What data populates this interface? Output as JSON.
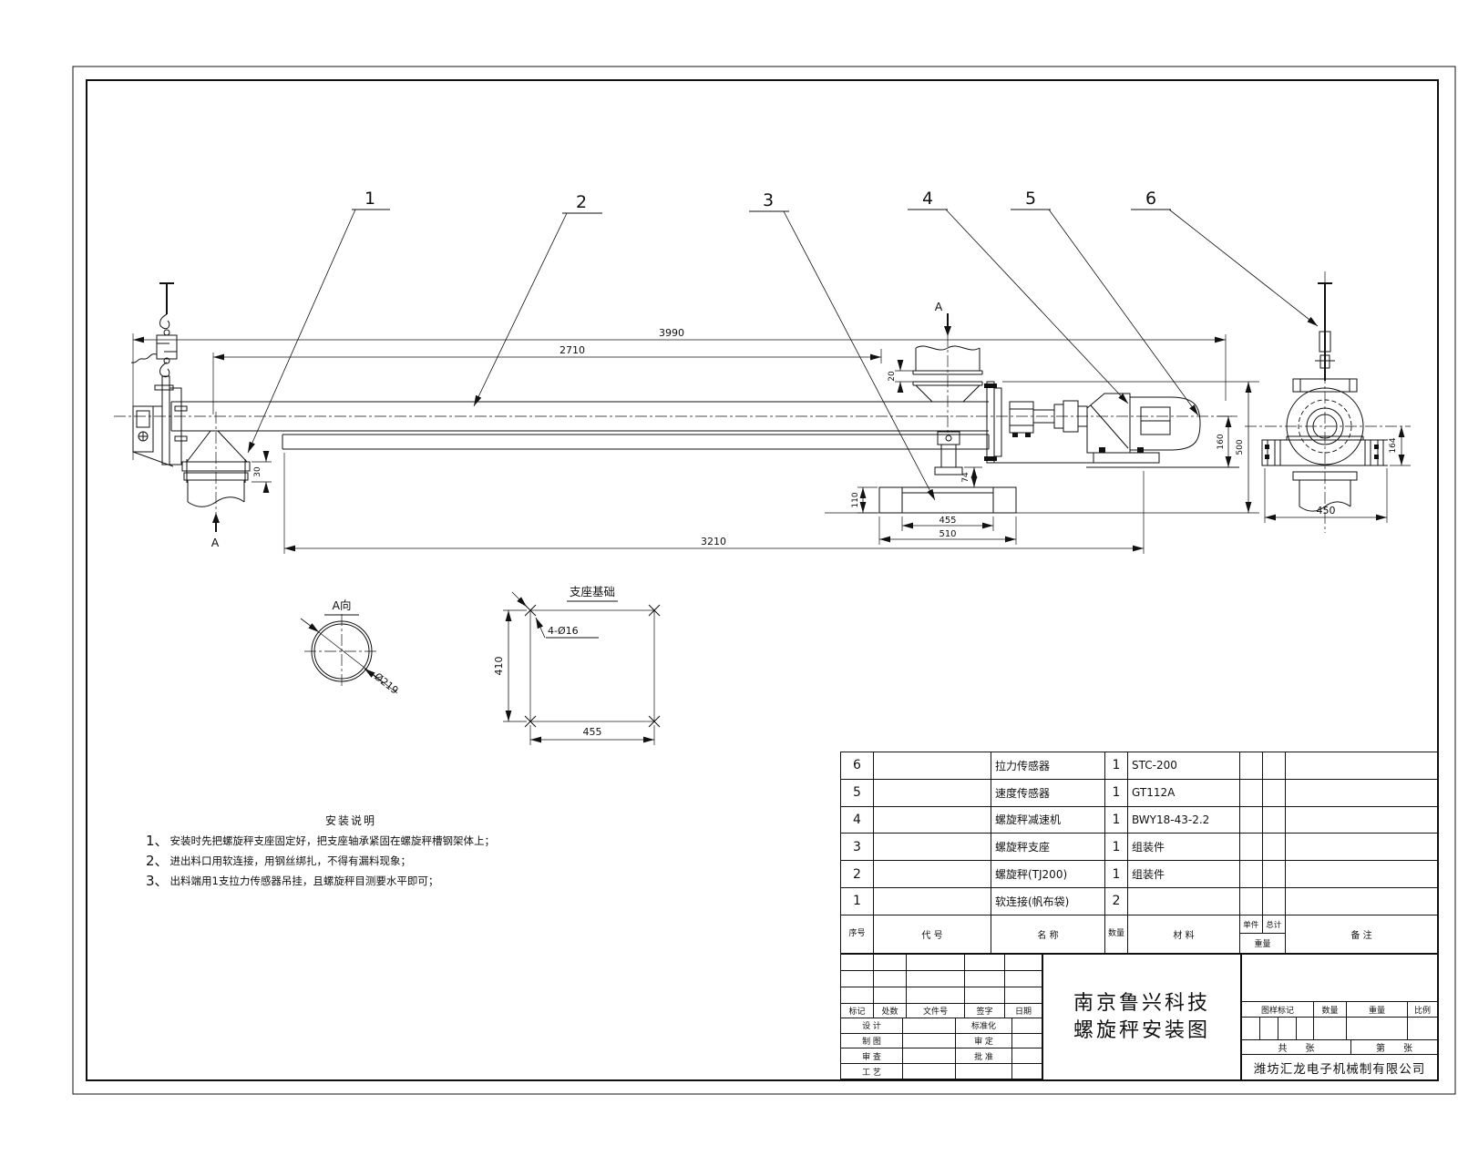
{
  "callouts": [
    "1",
    "2",
    "3",
    "4",
    "5",
    "6"
  ],
  "labels": {
    "section_mark_top": "A",
    "section_mark_bottom": "A",
    "section_view": "A向",
    "foundation_title": "支座基础"
  },
  "dims": {
    "top_overall": "3990",
    "top_inner": "2710",
    "bottom_frame": "3210",
    "support_inner": "455",
    "support_outer": "510",
    "support_height": "110",
    "support_top": "74",
    "inlet_gap": "20",
    "outlet_gap": "30",
    "drive_center_height": "160",
    "drive_total_height": "500",
    "endview_height": "164",
    "endview_width": "450",
    "section_diameter": "Ø219",
    "foundation_holes": "4-Ø16",
    "foundation_height": "410",
    "foundation_width": "455"
  },
  "notes": {
    "title": "安装说明",
    "items": [
      {
        "no": "1、",
        "text": "安装时先把螺旋秤支座固定好，把支座轴承紧固在螺旋秤槽钢架体上；"
      },
      {
        "no": "2、",
        "text": "进出料口用软连接，用钢丝绑扎，不得有漏料现象；"
      },
      {
        "no": "3、",
        "text": "出料端用1支拉力传感器吊挂，且螺旋秤目测要水平即可；"
      }
    ]
  },
  "bom": {
    "headers": {
      "no": "序号",
      "code": "代  号",
      "name": "名  称",
      "qty": "数量",
      "material": "材  料",
      "unit": "单件",
      "total": "总计",
      "weight": "重量",
      "remark": "备  注"
    },
    "rows": [
      {
        "no": "6",
        "code": "",
        "name": "拉力传感器",
        "qty": "1",
        "material": "STC-200",
        "unit": "",
        "total": "",
        "remark": ""
      },
      {
        "no": "5",
        "code": "",
        "name": "速度传感器",
        "qty": "1",
        "material": "GT112A",
        "unit": "",
        "total": "",
        "remark": ""
      },
      {
        "no": "4",
        "code": "",
        "name": "螺旋秤减速机",
        "qty": "1",
        "material": "BWY18-43-2.2",
        "unit": "",
        "total": "",
        "remark": ""
      },
      {
        "no": "3",
        "code": "",
        "name": "螺旋秤支座",
        "qty": "1",
        "material": "组装件",
        "unit": "",
        "total": "",
        "remark": ""
      },
      {
        "no": "2",
        "code": "",
        "name": "螺旋秤(TJ200)",
        "qty": "1",
        "material": "组装件",
        "unit": "",
        "total": "",
        "remark": ""
      },
      {
        "no": "1",
        "code": "",
        "name": "软连接(帆布袋)",
        "qty": "2",
        "material": "",
        "unit": "",
        "total": "",
        "remark": ""
      }
    ]
  },
  "titleblock": {
    "title_line1": "南京鲁兴科技",
    "title_line2": "螺旋秤安装图",
    "company": "潍坊汇龙电子机械制有限公司",
    "rev_headers": [
      "标记",
      "处数",
      "文件号",
      "签字",
      "日期"
    ],
    "role_rows": [
      {
        "left": "设 计",
        "right": "标准化"
      },
      {
        "left": "制 图",
        "right": "审 定"
      },
      {
        "left": "审 查",
        "right": "批 准"
      },
      {
        "left": "工 艺",
        "right": ""
      }
    ],
    "right_headers": [
      "图样标记",
      "数量",
      "重量",
      "比例"
    ],
    "sheet_left": "共　　张",
    "sheet_right": "第　　张"
  }
}
